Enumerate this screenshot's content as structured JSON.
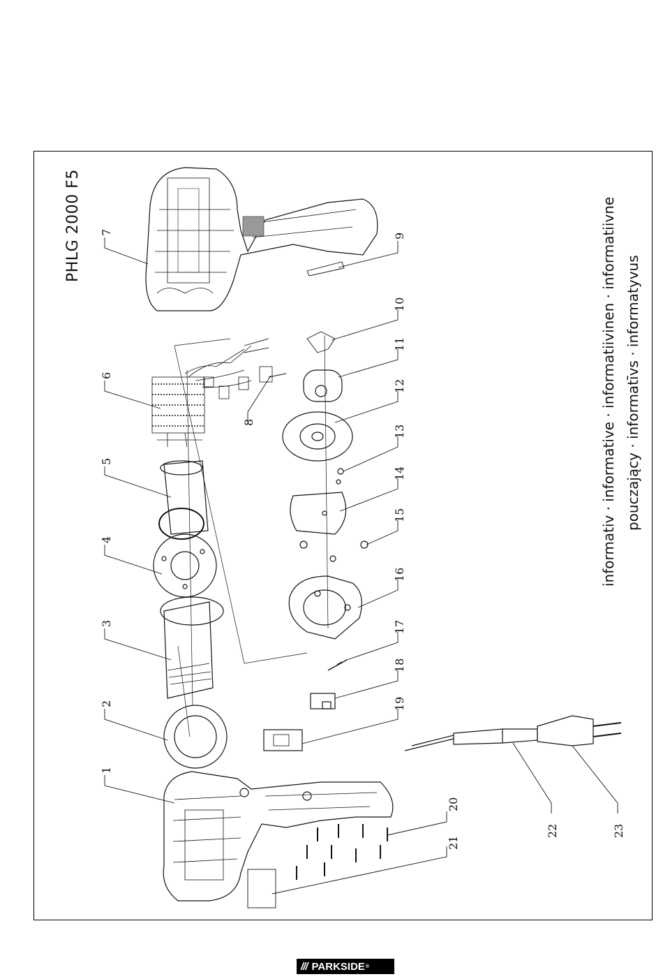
{
  "document": {
    "model": "PHLG 2000 F5",
    "caption_line1": "informativ · informative · informatiivinen · informatiivne",
    "caption_line2": "pouczający · informatīvs · informatyvus",
    "brand": "PARKSIDE"
  },
  "parts": [
    {
      "number": "1",
      "kind": "housing-half"
    },
    {
      "number": "2",
      "kind": "ring"
    },
    {
      "number": "3",
      "kind": "tube"
    },
    {
      "number": "4",
      "kind": "mica-ring"
    },
    {
      "number": "5",
      "kind": "sleeve"
    },
    {
      "number": "6",
      "kind": "heating-element"
    },
    {
      "number": "7",
      "kind": "housing-half"
    },
    {
      "number": "8",
      "kind": "wiring"
    },
    {
      "number": "9",
      "kind": "label"
    },
    {
      "number": "10",
      "kind": "bracket"
    },
    {
      "number": "11",
      "kind": "motor"
    },
    {
      "number": "12",
      "kind": "fan"
    },
    {
      "number": "13",
      "kind": "screw"
    },
    {
      "number": "14",
      "kind": "disc"
    },
    {
      "number": "15",
      "kind": "screw"
    },
    {
      "number": "16",
      "kind": "fan-housing"
    },
    {
      "number": "17",
      "kind": "diode"
    },
    {
      "number": "18",
      "kind": "switch"
    },
    {
      "number": "19",
      "kind": "switch"
    },
    {
      "number": "20",
      "kind": "screws"
    },
    {
      "number": "21",
      "kind": "label"
    },
    {
      "number": "22",
      "kind": "cable"
    },
    {
      "number": "23",
      "kind": "plug"
    }
  ]
}
